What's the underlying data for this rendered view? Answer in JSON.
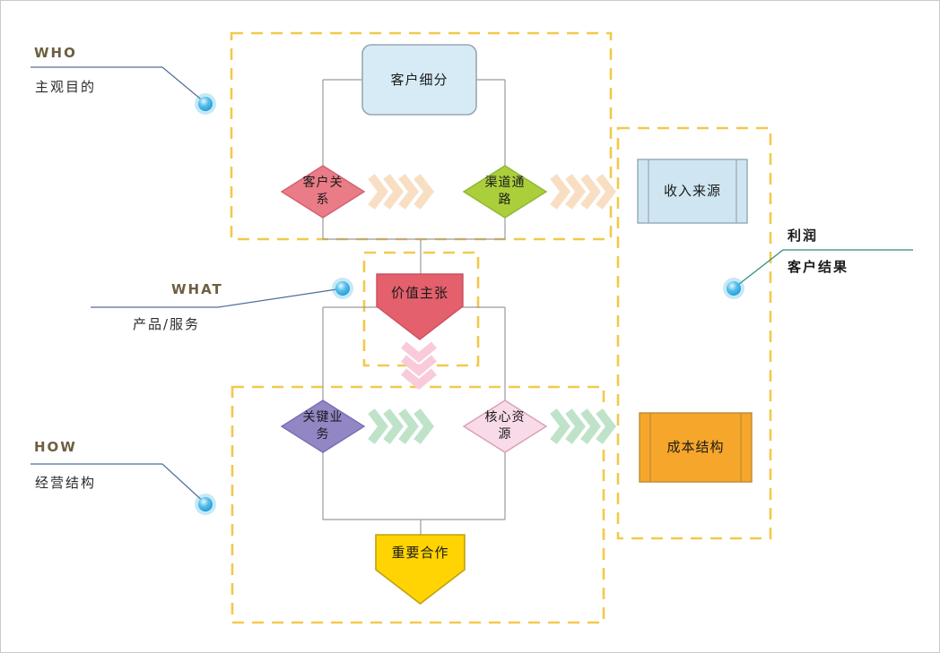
{
  "diagram_title": "business-model-canvas-flow",
  "callouts": {
    "who": {
      "label": "WHO",
      "sub": "主观目的"
    },
    "what": {
      "label": "WHAT",
      "sub": "产品/服务"
    },
    "how": {
      "label": "HOW",
      "sub": "经营结构"
    },
    "profit": {
      "label": "利润",
      "sub": "客户结果"
    }
  },
  "nodes": {
    "customer_segment": {
      "label": "客户细分",
      "shape": "rounded-rectangle",
      "fill": "#D7EBF6"
    },
    "customer_relations": {
      "label": "客户关\n系",
      "shape": "diamond",
      "fill": "#E97C87"
    },
    "channels": {
      "label": "渠道通\n路",
      "shape": "diamond",
      "fill": "#ABCF3B"
    },
    "value_proposition": {
      "label": "价值主张",
      "shape": "pentagon-down",
      "fill": "#E4606C"
    },
    "key_activities": {
      "label": "关键业\n务",
      "shape": "diamond",
      "fill": "#9286C5"
    },
    "core_resources": {
      "label": "核心资\n源",
      "shape": "diamond",
      "fill": "#F9DAE8"
    },
    "key_partners": {
      "label": "重要合作",
      "shape": "pentagon-down",
      "fill": "#FFD402"
    },
    "revenue_streams": {
      "label": "收入来源",
      "shape": "process-rectangle",
      "fill": "#CFE6F2"
    },
    "cost_structure": {
      "label": "成本结构",
      "shape": "process-rectangle",
      "fill": "#F6A62B"
    }
  },
  "colors": {
    "dashed_region_border": "#F2C94C",
    "connector_line": "#9B9B9B",
    "callout_line_blue": "#4F6F98",
    "callout_line_teal": "#2E8B7A",
    "callout_dot": "#33ACE3",
    "chevron_orange": "#F8DFC3",
    "chevron_green": "#BEE3C9",
    "chevron_pink": "#F9CBDA",
    "who_label_text": "#6D5F41"
  }
}
